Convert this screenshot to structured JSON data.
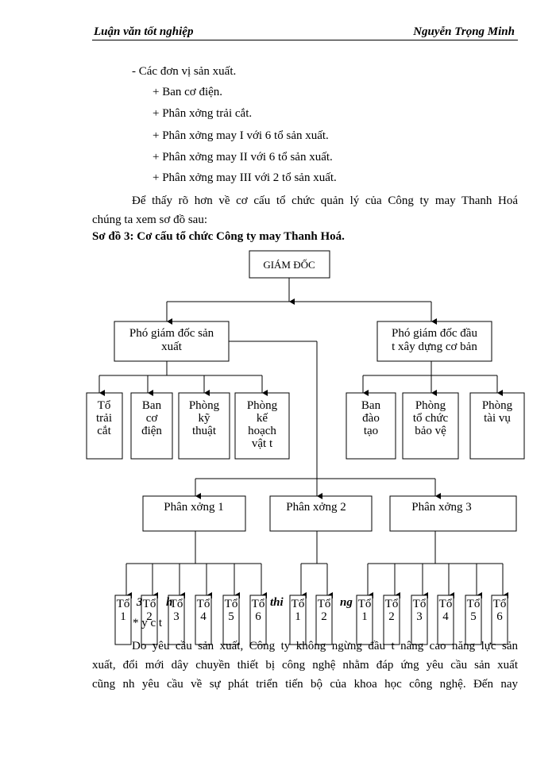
{
  "header": {
    "left": "Luận văn tốt nghiệp",
    "right": "Nguyễn Trọng Minh"
  },
  "intro": {
    "heading": "- Các đơn vị sản xuất.",
    "items": [
      "+ Ban cơ điện.",
      "+ Phân xởng   trải cắt.",
      "+ Phân xởng   may I với 6 tổ sản xuất.",
      "+ Phân xởng   may II với 6 tổ sản xuất.",
      "+ Phân xởng   may III với 2 tổ sản xuất."
    ],
    "paragraph_line1": "Để thấy rõ hơn về cơ cấu tổ chức quản lý của Công ty may Thanh Hoá",
    "paragraph_line2": "chúng ta xem sơ đồ sau:"
  },
  "diagram": {
    "title": "Sơ đồ 3: Cơ cấu tổ chức Công ty may Thanh Hoá.",
    "director": "GIÁM ĐỐC",
    "deputy_production": [
      "Phó giám đốc sản",
      "xuất"
    ],
    "deputy_investment": [
      "Phó giám đốc đầu",
      "t   xây dựng cơ bản"
    ],
    "left_departments": [
      [
        "Tổ",
        "trải",
        "cắt"
      ],
      [
        "Ban",
        "cơ",
        "điện"
      ],
      [
        "Phòng",
        "kỹ",
        "thuật"
      ],
      [
        "Phòng",
        "kế",
        "hoạch",
        "vật t"
      ]
    ],
    "right_departments": [
      [
        "Ban",
        "đào",
        "tạo"
      ],
      [
        "Phòng",
        "tổ chức",
        "bảo vệ"
      ],
      [
        "Phòng",
        "tài vụ"
      ]
    ],
    "workshops": [
      "Phân xởng   1",
      "Phân xởng   2",
      "Phân xởng   3"
    ],
    "team_word": "Tổ",
    "teams_1": [
      "1",
      "2",
      "3",
      "4",
      "5",
      "6"
    ],
    "teams_2": [
      "1",
      "2"
    ],
    "teams_3": [
      "1",
      "2",
      "3",
      "4",
      "5",
      "6"
    ]
  },
  "overlapping_text": {
    "heading_fragments": [
      "3",
      "h",
      "thi",
      "ng"
    ],
    "subline": "*  y  c  t",
    "bottom_line1": "Do yêu cầu sản xuất, Công ty không ngừng đầu t   nâng cao năng lực sản",
    "bottom_line2": "xuất, đổi mới dây chuyền thiết bị công nghệ nhằm đáp ứng yêu cầu sản xuất",
    "bottom_line3": "cũng nh    yêu cầu về sự phát triển tiến bộ của khoa học công nghệ. Đến nay"
  }
}
